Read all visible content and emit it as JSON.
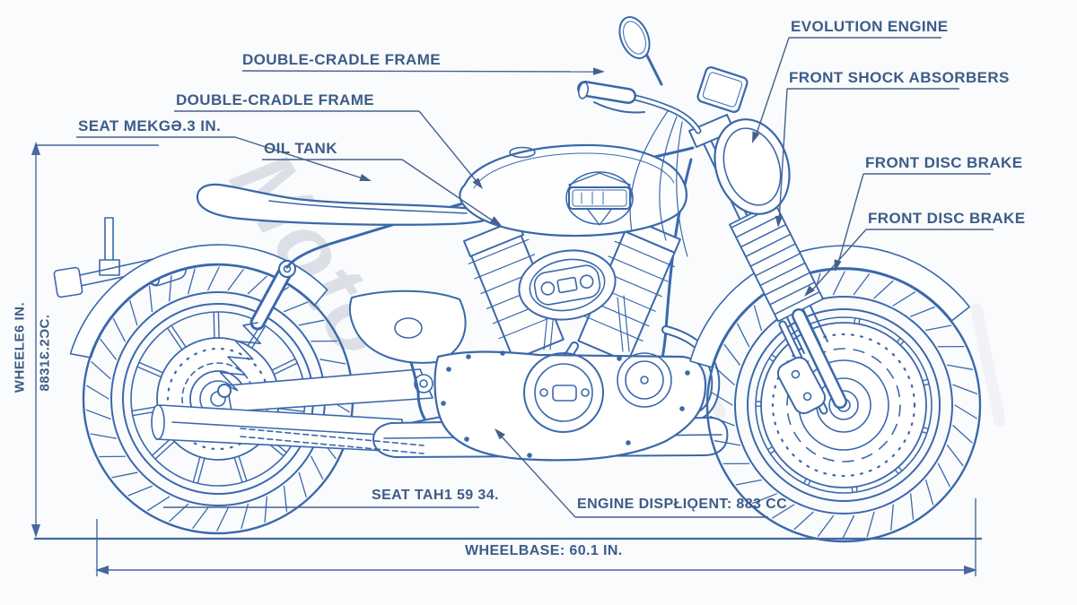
{
  "colors": {
    "background": "#fafbfd",
    "line_art": "#3a68ab",
    "label_text": "#3d5c87",
    "dimension": "#46689c",
    "watermark": "#aeb4bf"
  },
  "callouts": {
    "frame_top": "DOUBLE-CRADLE FRAME",
    "frame_lower": "DOUBLE-CRADLE FRAME",
    "seat_height": "SEAT MEKGƏ.3 IN.",
    "oil_tank": "OIL TANK",
    "evolution_engine": "EVOLUTION ENGINE",
    "front_shock_absorbers": "FRONT SHOCK ABSORBERS",
    "front_disc_brake_upper": "FRONT DISC BRAKE",
    "front_disc_brake_lower": "FRONT DISC BRAKE",
    "seat_note": "SEAT TAH1 59 34.",
    "engine_displacement": "ENGINE DISPŁIǪENT: 883 CC"
  },
  "dimensions": {
    "wheelbase": "WHEELBASE: 60.1 IN.",
    "left_vertical_outer": "WHEELE6 IN.",
    "left_vertical_inner": "8831Ɛ.2ƆC."
  },
  "watermark": {
    "text": "Moto"
  }
}
